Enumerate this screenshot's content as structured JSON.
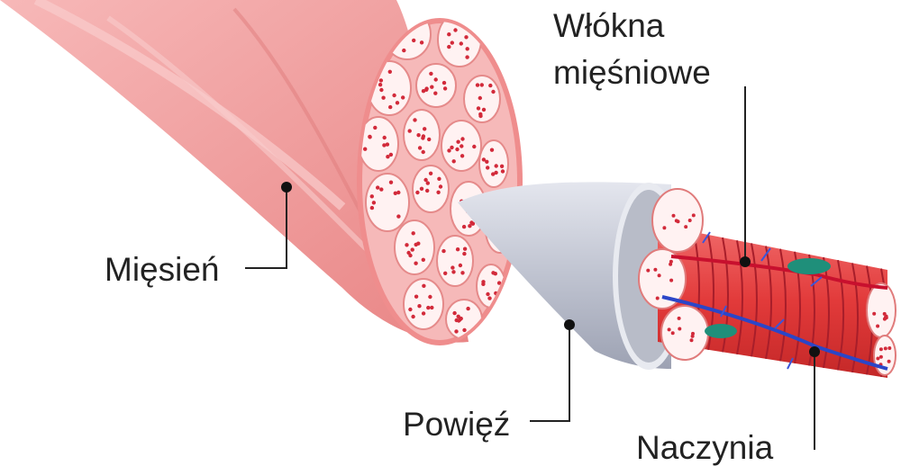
{
  "labels": {
    "muscle": "Mięsień",
    "muscle_fibres_line1": "Włókna",
    "muscle_fibres_line2": "mięśniowe",
    "fascia": "Powięź",
    "vessels": "Naczynia"
  },
  "colors": {
    "muscle_body": "#f2a3a3",
    "muscle_light": "#fbd9d9",
    "fascicle": "#fff2f2",
    "dot": "#d22a3a",
    "fascia": "#c9ccd6",
    "fibre": "#e23a3a",
    "artery": "#c8102e",
    "vein": "#2b46c8",
    "nerve_cell": "#1f8f7a",
    "leader_line": "#222222"
  }
}
